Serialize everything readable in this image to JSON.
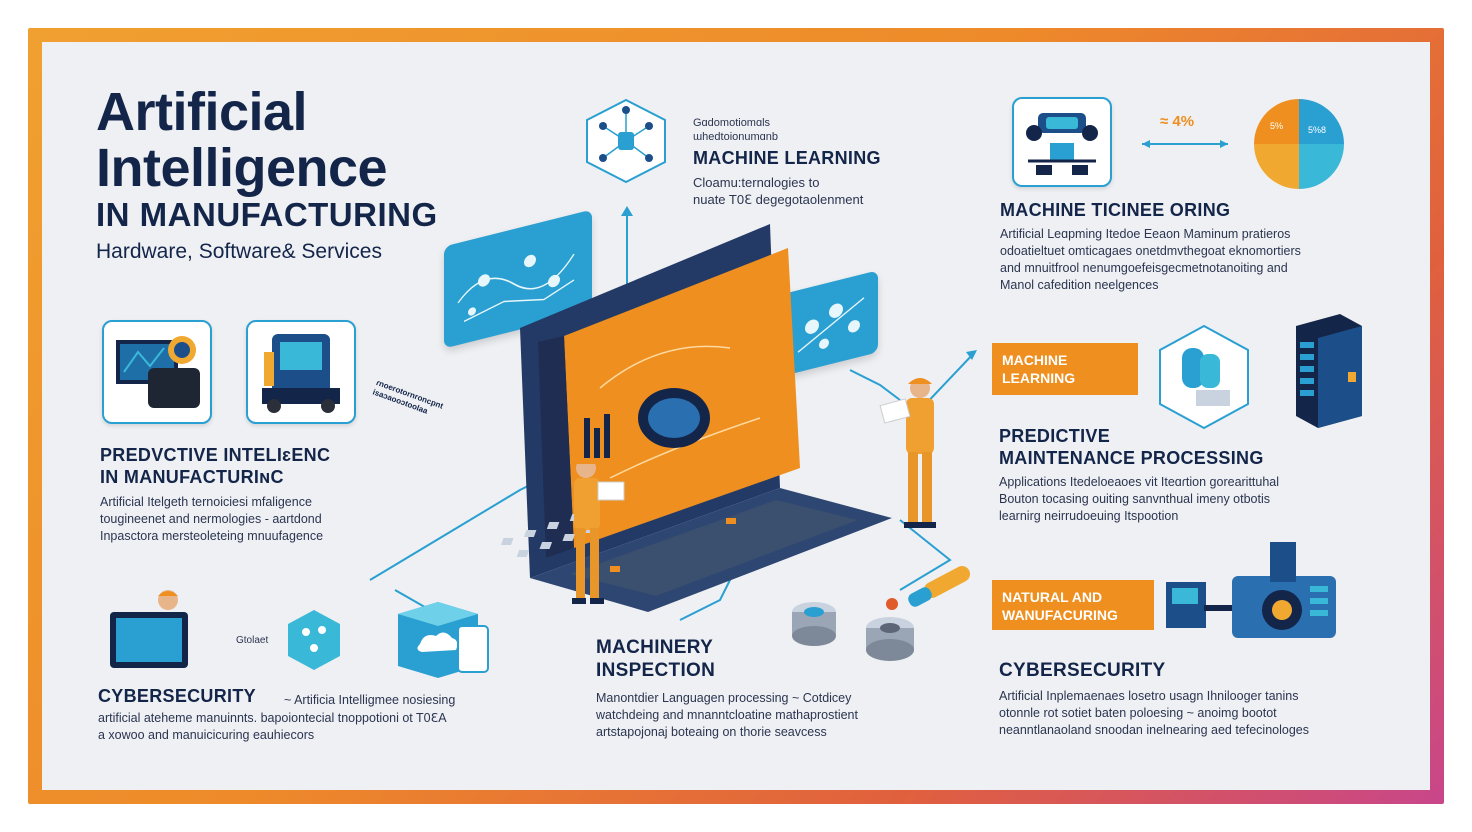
{
  "title": {
    "line1": "Artificial",
    "line2": "Intelligence",
    "line3": "IN MANUFACTURING",
    "subtitle": "Hardware, Software& Services"
  },
  "top_center": {
    "small1": "Gɑdomotiomɑls",
    "small2": "ɯhedtoionumɑnb",
    "heading": "MACHINE LEARNING",
    "body1": "Cloamu:ternɑlogies to",
    "body2": "nuate T0ℇ degegotaolenment"
  },
  "top_right": {
    "stat": "≈ 4%",
    "heading": "MACHINE TICINEE ORING",
    "body1": "Artificial Leɑpming Itedoe Eeaon Maminum pratieros",
    "body2": "odoatieltuet omticagaes onetdmvthegoat eknomortiers",
    "body3": "and mnuitfrool nenumgoefeisgecmetnotanoiting and",
    "body4": "Manol cafedition neelgences"
  },
  "left_mid": {
    "heading1": "PREDVCTIVE INTELIɛENC",
    "heading2": "IN MANUFACTURIɴC",
    "body1": "Artificial Itelgeth ternoiciesi mfaligence",
    "body2": "tougineenet and nermologies - aartdond",
    "body3": "Inpasctora mersteoleteing mnuufagence"
  },
  "left_label": {
    "line1": "ɾnoerotornroncpnt",
    "line2": "isaɔaooɔtoolaa"
  },
  "right_mid": {
    "tag1": "MACHINE",
    "tag2": "LEARNING",
    "heading1": "PREDICTIVE",
    "heading2": "MAINTENANCE PROCESSING",
    "body1": "Applications Itedeloeaoes vit Iteɑɾtion gorearittuhal",
    "body2": "Bouton tocasing ouiting sanvnthual imeny otbotis",
    "body3": "learnirg neirrudoeuing Itspootion"
  },
  "bottom_left": {
    "small_label": "Gtolaet",
    "heading": "CYBERSECURITY",
    "inline": "~ Artificia Intelligmee nosiesing",
    "body1": "artificial ateheme manuinnts. bapoiontecial tnoppotioni ot T0ℇA",
    "body2": "a xowoo and manuicicuring eauhiecors"
  },
  "bottom_center": {
    "heading1": "MACHINERY",
    "heading2": "INSPECTION",
    "body1": "Manontdier Languagen processing ~ Cotdicey",
    "body2": "watchdeing and mnanntcloatine mathaprostient",
    "body3": "artstapojonaj boteaing on thorie seavcess"
  },
  "bottom_right": {
    "tag1": "NATURAL AND",
    "tag2": "WANUFACURING",
    "heading": "CYBERSECURITY",
    "body1": "Artificial Inplemaenaes losetro usagn Ihnilooger tanins",
    "body2": "otonnle rot sotiet baten poloesing ~ anoimg bootot",
    "body3": "neanntlanaoland snoodan inelnearing aed tefecinologes"
  },
  "pie": {
    "q1": "5%",
    "q2": "5%8",
    "q3": "",
    "q4": ""
  },
  "colors": {
    "navy": "#14254a",
    "orange": "#ee8f1f",
    "blue": "#2a9fd1",
    "teal": "#3ab8d8",
    "background": "#eef0f3"
  }
}
